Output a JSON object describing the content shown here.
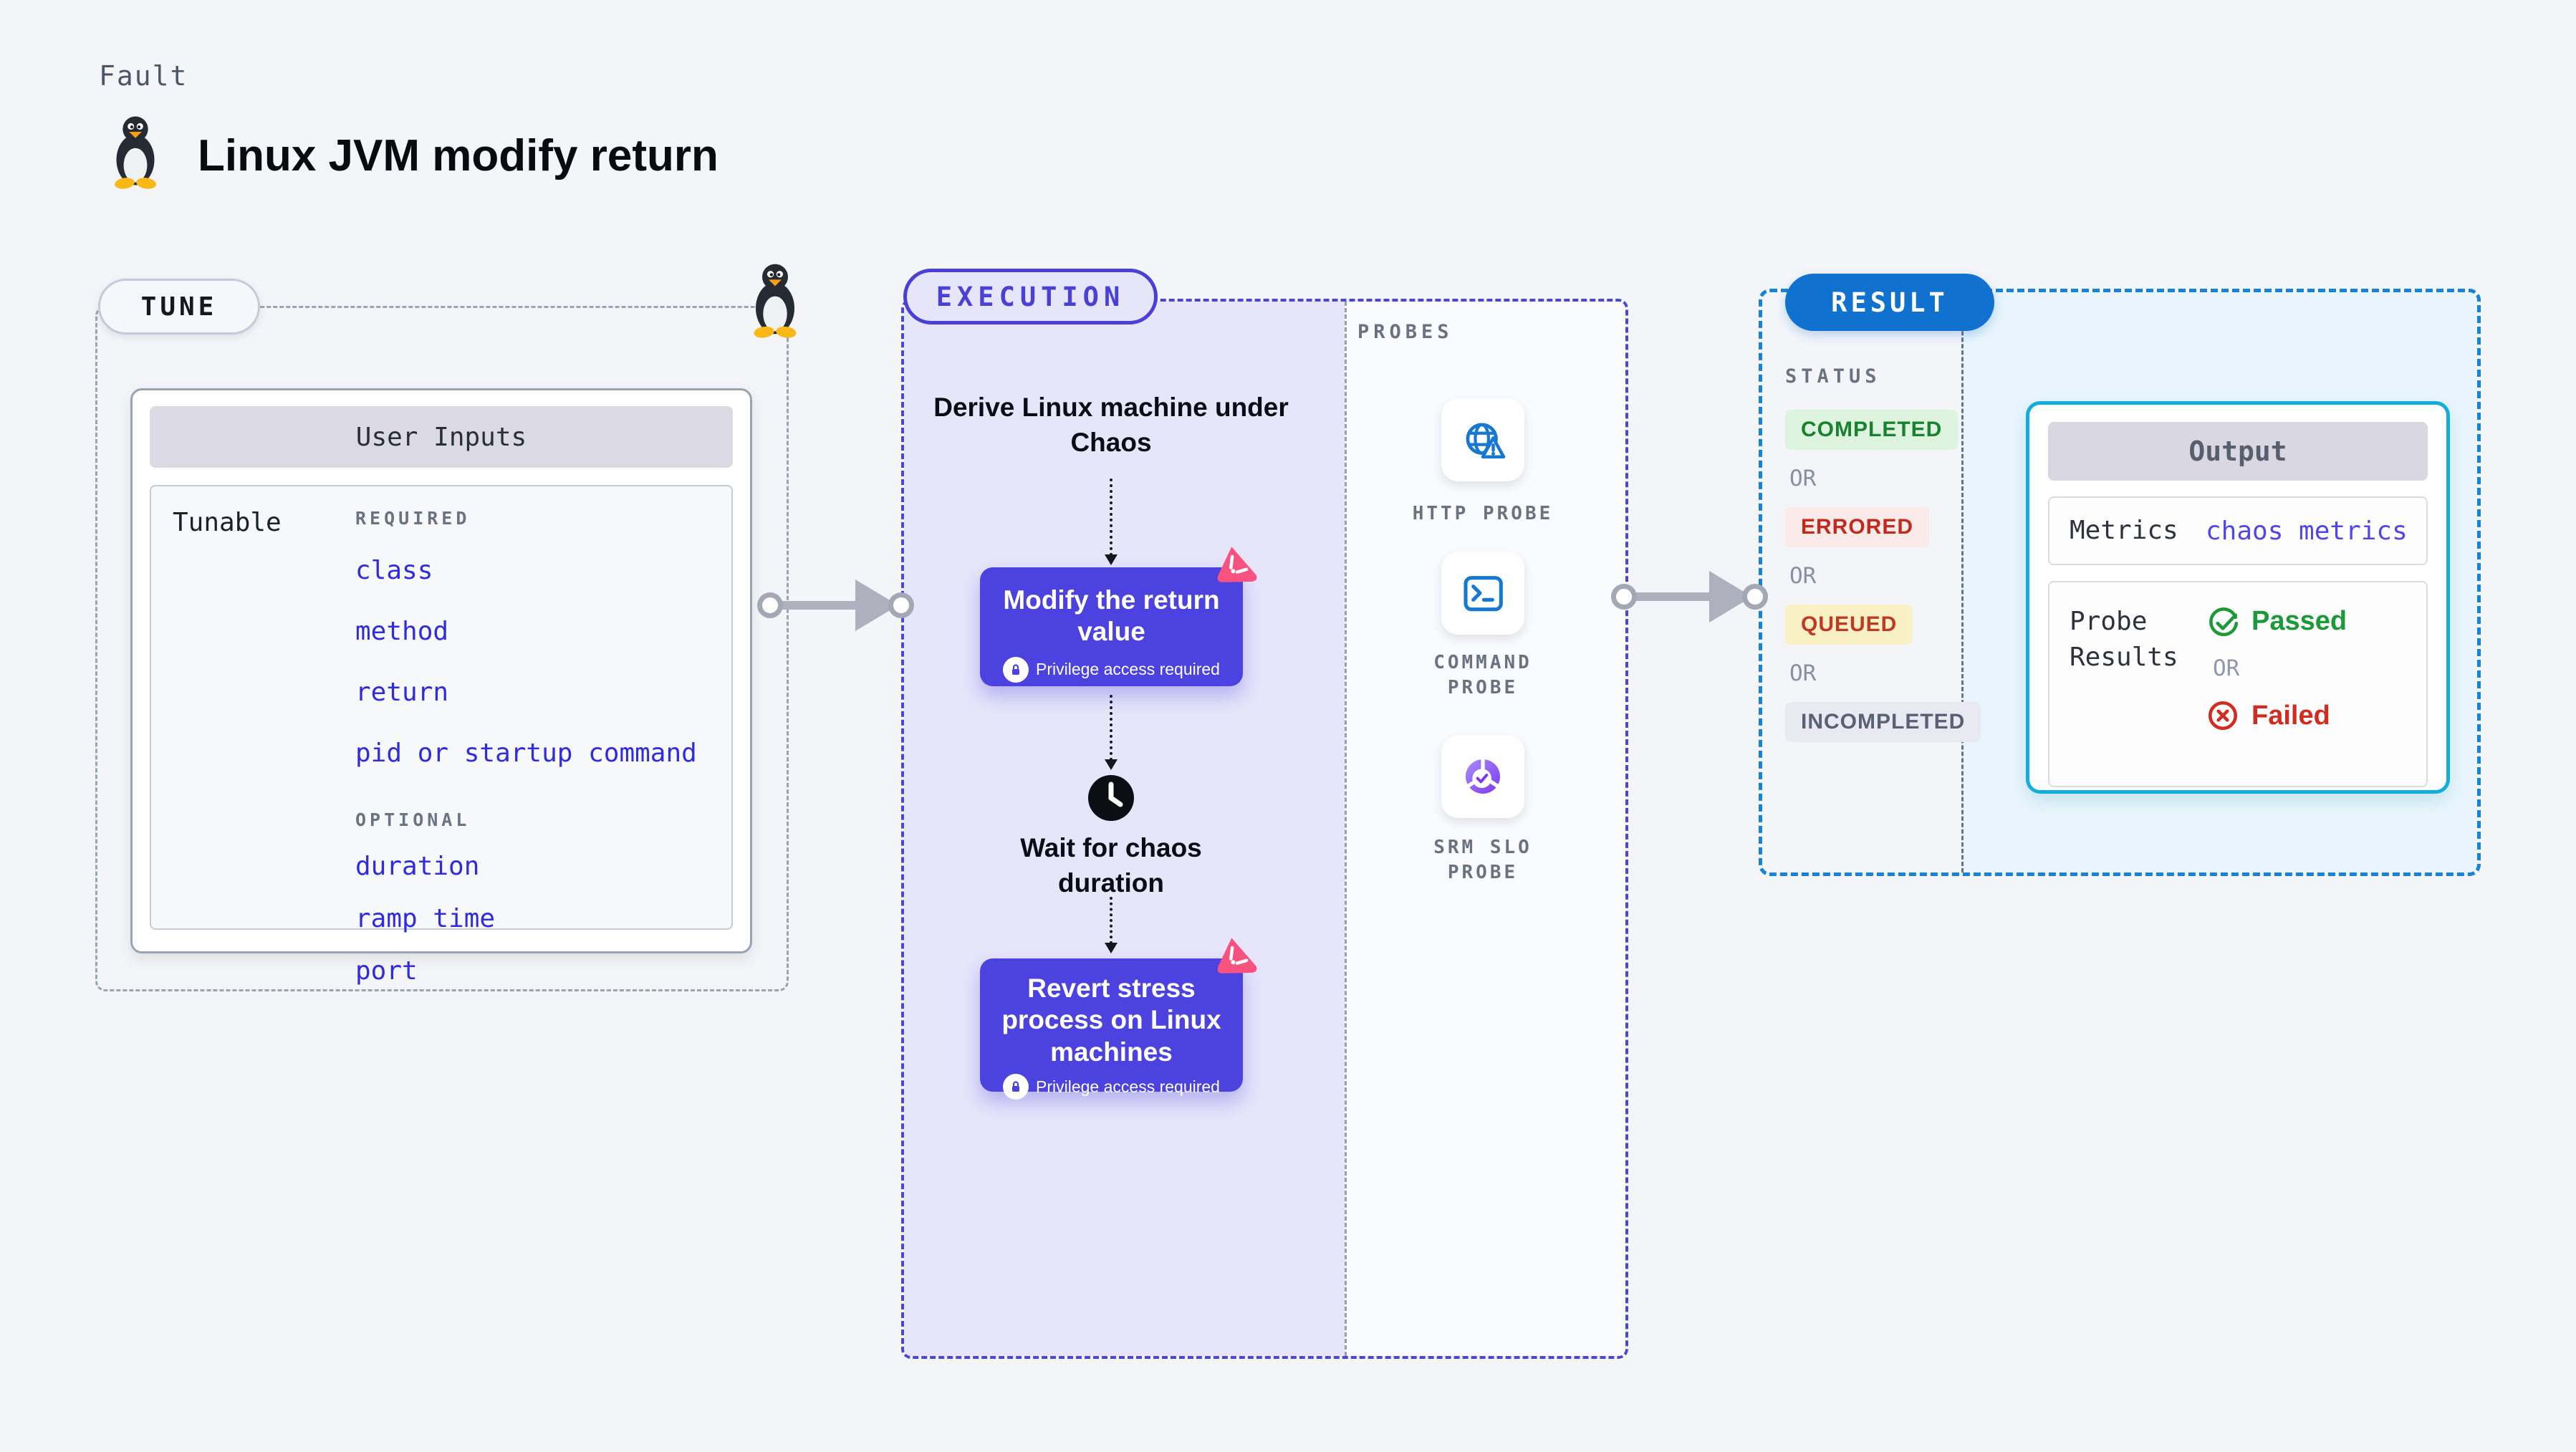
{
  "header": {
    "kicker": "Fault",
    "title": "Linux JVM modify return"
  },
  "tune": {
    "label": "TUNE",
    "card_title": "User Inputs",
    "row_label": "Tunable",
    "required_label": "REQUIRED",
    "required_inputs": [
      "class",
      "method",
      "return",
      "pid or startup command"
    ],
    "optional_label": "OPTIONAL",
    "optional_inputs": [
      "duration",
      "ramp time",
      "port"
    ]
  },
  "execution": {
    "label": "EXECUTION",
    "derive_step": "Derive Linux machine under Chaos",
    "modify_step": {
      "title": "Modify the return value",
      "badge": "Privilege access required"
    },
    "wait_step": "Wait for chaos duration",
    "revert_step": {
      "title": "Revert stress process on Linux machines",
      "badge": "Privilege access required"
    }
  },
  "probes": {
    "label": "PROBES",
    "items": [
      {
        "label": "HTTP PROBE",
        "icon": "globe-alert-icon"
      },
      {
        "label": "COMMAND PROBE",
        "icon": "terminal-icon"
      },
      {
        "label": "SRM SLO PROBE",
        "icon": "slo-donut-icon"
      }
    ]
  },
  "result": {
    "label": "RESULT",
    "status_label": "STATUS",
    "or_label": "OR",
    "statuses": [
      "COMPLETED",
      "ERRORED",
      "QUEUED",
      "INCOMPLETED"
    ],
    "output": {
      "title": "Output",
      "metrics_label": "Metrics",
      "metrics_value": "chaos metrics",
      "probe_results_label": "Probe Results",
      "or_label": "OR",
      "passed_label": "Passed",
      "failed_label": "Failed"
    }
  },
  "colors": {
    "accent_indigo": "#4C42E0",
    "accent_blue": "#1171CE",
    "accent_cyan": "#12ACDE",
    "accent_pink": "#F85380",
    "link_blue": "#2F2BE0",
    "passed_green": "#1D9A38",
    "failed_red": "#D22B20"
  }
}
